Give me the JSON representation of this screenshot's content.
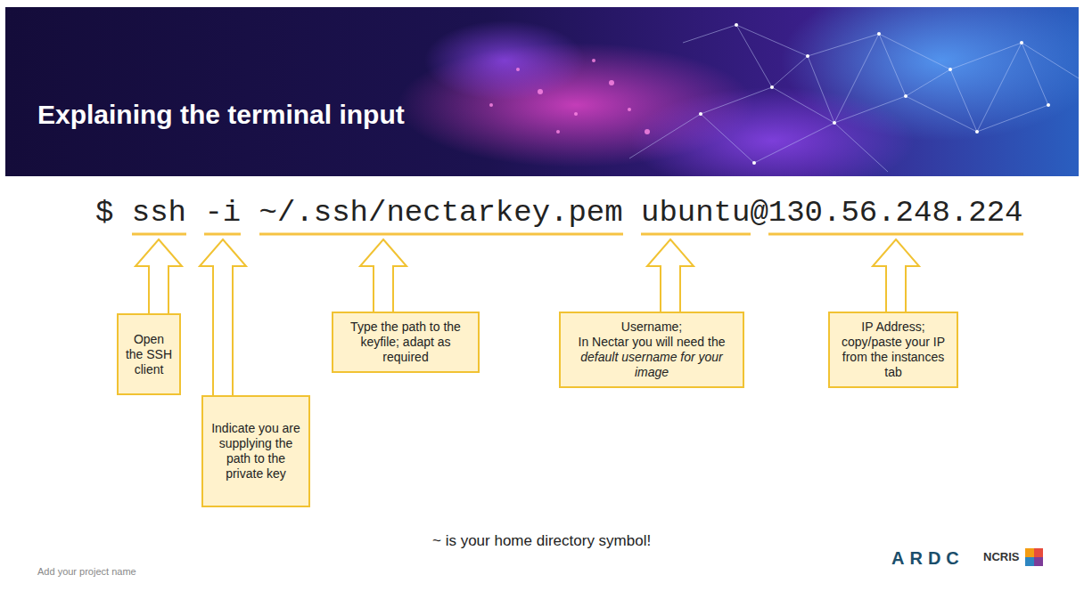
{
  "diagram": {
    "title": "Explaining the terminal input",
    "nodes": [
      {
        "text": [
          "Open the SSH client"
        ]
      },
      {
        "text": [
          "Indicate you are supplying the path to the private key"
        ]
      },
      {
        "text": [
          "Type the path to the keyfile; adapt as required"
        ]
      },
      {
        "text": [
          "Username;",
          "In Nectar you will need the",
          "default username for your image"
        ]
      },
      {
        "text": [
          "IP Address;",
          "copy/paste your IP from the instances tab"
        ]
      }
    ],
    "labels": [
      "$",
      "ssh",
      "-i",
      "~/.ssh/nectarkey.pem",
      "ubuntu",
      "@",
      "130.56.248.224",
      "~ is your home directory symbol!",
      "Add your project name",
      "ARDC",
      "NCRIS"
    ]
  }
}
